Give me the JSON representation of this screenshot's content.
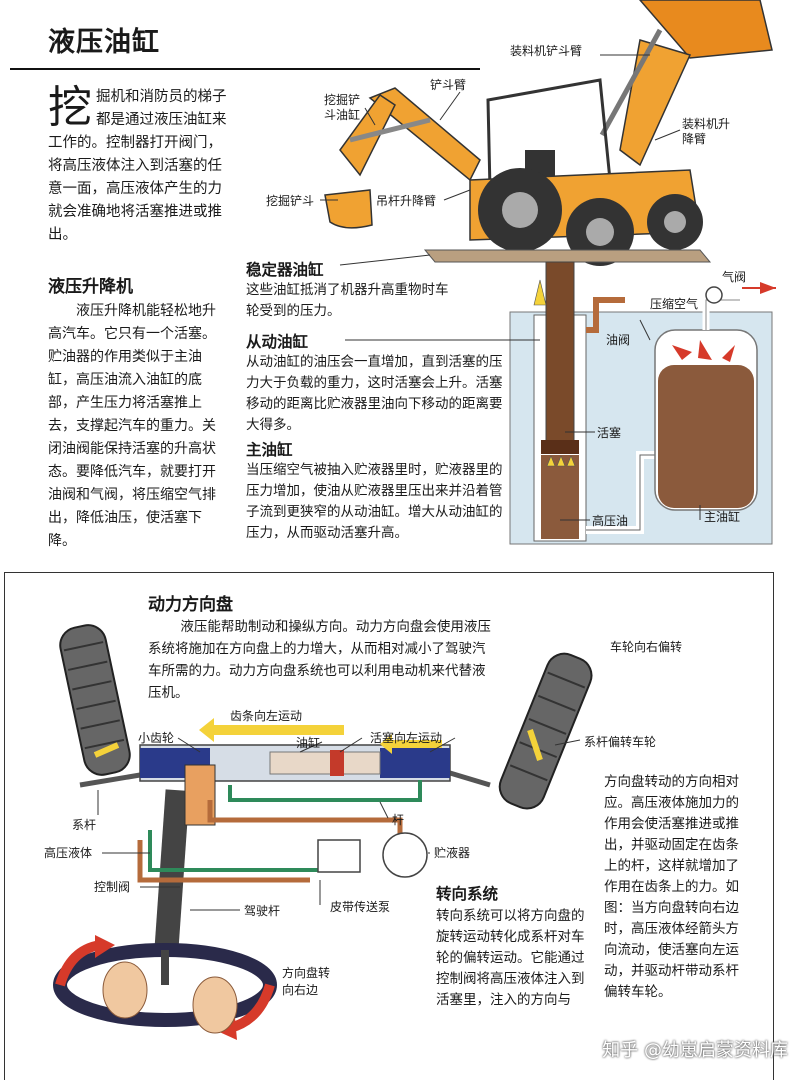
{
  "page": {
    "title": "液压油缸",
    "intro_dropcap": "挖",
    "intro_rest": "掘机和消防员的梯子都是通过液压油缸来工作的。控制器打开阀门，将高压液体注入到活塞的任意一面，高压液体产生的力就会准确地将活塞推进或推出。"
  },
  "lift": {
    "heading": "液压升降机",
    "body": "液压升降机能轻松地升高汽车。它只有一个活塞。贮油器的作用类似于主油缸，高压油流入油缸的底部，产生压力将活塞推上去，支撑起汽车的重力。关闭油阀能保持活塞的升高状态。要降低汽车，就要打开油阀和气阀，将压缩空气排出，降低油压，使活塞下降。"
  },
  "stabilizer": {
    "heading": "稳定器油缸",
    "body": "这些油缸抵消了机器升高重物时车轮受到的压力。"
  },
  "slave": {
    "heading": "从动油缸",
    "body": "从动油缸的油压会一直增加，直到活塞的压力大于负载的重力，这时活塞会上升。活塞移动的距离比贮液器里油向下移动的距离要大得多。"
  },
  "master": {
    "heading": "主油缸",
    "body": "当压缩空气被抽入贮液器里时，贮液器里的压力增加，使油从贮液器里压出来并沿着管子流到更狭窄的从动油缸。增大从动油缸的压力，从而驱动活塞升高。"
  },
  "digger_labels": {
    "loader_arm": "装料机铲斗臂",
    "bucket_arm": "铲斗臂",
    "dig_cyl": "挖掘铲斗油缸",
    "loader_lift": "装料机升降臂",
    "dig_bucket": "挖掘铲斗",
    "boom_lift": "吊杆升降臂"
  },
  "lift_labels": {
    "air_valve": "气阀",
    "compressed_air": "压缩空气",
    "oil_valve": "油阀",
    "piston": "活塞",
    "high_pressure_oil": "高压油",
    "master_cyl": "主油缸"
  },
  "steering": {
    "heading": "动力方向盘",
    "body": "液压能帮助制动和操纵方向。动力方向盘会使用液压系统将施加在方向盘上的力增大，从而相对减小了驾驶汽车所需的力。动力方向盘系统也可以利用电动机来代替液压机。",
    "system_heading": "转向系统",
    "system_body": "转向系统可以将方向盘的旋转运动转化成系杆对车轮的偏转运动。它能通过控制阀将高压液体注入到活塞里，注入的方向与",
    "side_text": "方向盘转动的方向相对应。高压液体施加力的作用会使活塞推进或推出，并驱动固定在齿条上的杆，这样就增加了作用在齿条上的力。如图：当方向盘转向右边时，高压液体经箭头方向流动，使活塞向左运动，并驱动杆带动系杆偏转车轮。"
  },
  "steering_labels": {
    "rack_left": "齿条向左运动",
    "pinion": "小齿轮",
    "cylinder": "油缸",
    "piston_left": "活塞向左运动",
    "tie_rod": "系杆",
    "rod": "杆",
    "hp_fluid": "高压液体",
    "reservoir": "贮液器",
    "control_valve": "控制阀",
    "belt_pump": "皮带传送泵",
    "steer_column": "驾驶杆",
    "wheel_right_turn": "车轮向右偏转",
    "tie_rod_deflect": "系杆偏转车轮",
    "wheel_turn_right_1": "方向盘转",
    "wheel_turn_right_2": "向右边"
  },
  "watermark": "知乎 @幼崽启蒙资料库"
}
